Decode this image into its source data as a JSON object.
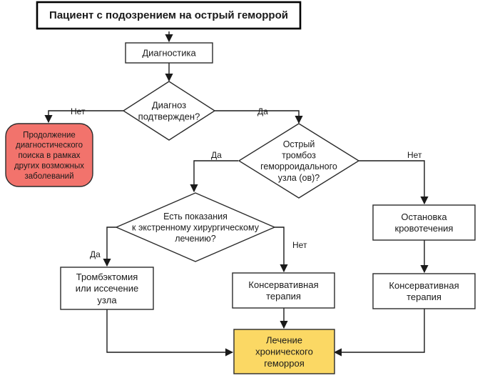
{
  "title": "Пациент с подозрением на острый геморрой",
  "nodes": {
    "diagnostics": [
      "Диагностика"
    ],
    "confirmed": [
      "Диагноз",
      "подтвержден?"
    ],
    "continue_search": [
      "Продолжение",
      "диагностического",
      "поиска в рамках",
      "других возможных",
      "заболеваний"
    ],
    "thrombosis": [
      "Острый",
      "тромбоз",
      "геморроидального",
      "узла (ов)?"
    ],
    "indications": [
      "Есть показания",
      "к экстренному хирургическому",
      "лечению?"
    ],
    "stop_bleeding": [
      "Остановка",
      "кровотечения"
    ],
    "thrombectomy": [
      "Тромбэктомия",
      "или иссечение",
      "узла"
    ],
    "conservative_1": [
      "Консервативная",
      "терапия"
    ],
    "conservative_2": [
      "Консервативная",
      "терапия"
    ],
    "chronic": [
      "Лечение",
      "хронического",
      "геморроя"
    ]
  },
  "edge_labels": {
    "confirmed_no": "Нет",
    "confirmed_yes": "Да",
    "thrombosis_yes": "Да",
    "thrombosis_no": "Нет",
    "indications_yes": "Да",
    "indications_no": "Нет"
  },
  "colors": {
    "red_node": "#f2736c",
    "yellow_node": "#fbd864"
  }
}
